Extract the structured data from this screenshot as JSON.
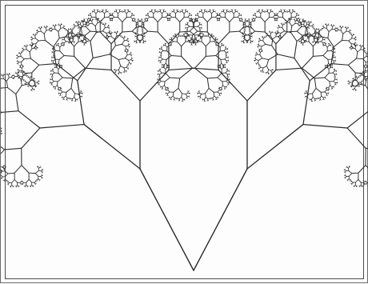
{
  "figure": {
    "kind": "fractal-binary-tree",
    "depth": 10,
    "branch_ratio": 0.62,
    "left_branch_angle_deg": 43,
    "right_branch_angle_deg": 43,
    "stroke_color": "#2b2b2b",
    "background_color": "#ffffff",
    "border_color": "#4a4a4a"
  }
}
